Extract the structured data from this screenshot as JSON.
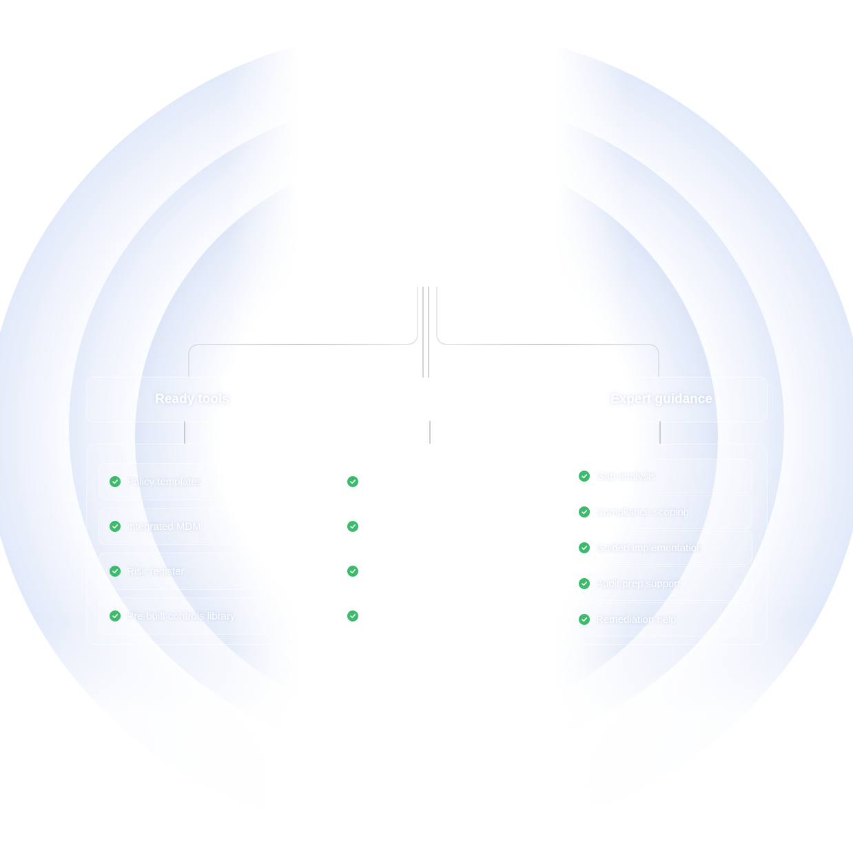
{
  "columns": [
    {
      "title": "Ready tools",
      "items": [
        "Policy templates",
        "Integrated MDM",
        "Risk register",
        "Pre-built controls library"
      ]
    },
    {
      "title": "",
      "items": [
        "",
        "",
        "",
        ""
      ]
    },
    {
      "title": "Expert guidance",
      "items": [
        "Gap analysis",
        "Compliance scoping",
        "Guided implementation",
        "Audit prep support",
        "Remediation help"
      ]
    }
  ],
  "colors": {
    "check": "#3dba6b",
    "ring": "#cddaf5",
    "header_text": "#ffffff"
  },
  "icons": {
    "item_marker": "check-circle-icon"
  }
}
